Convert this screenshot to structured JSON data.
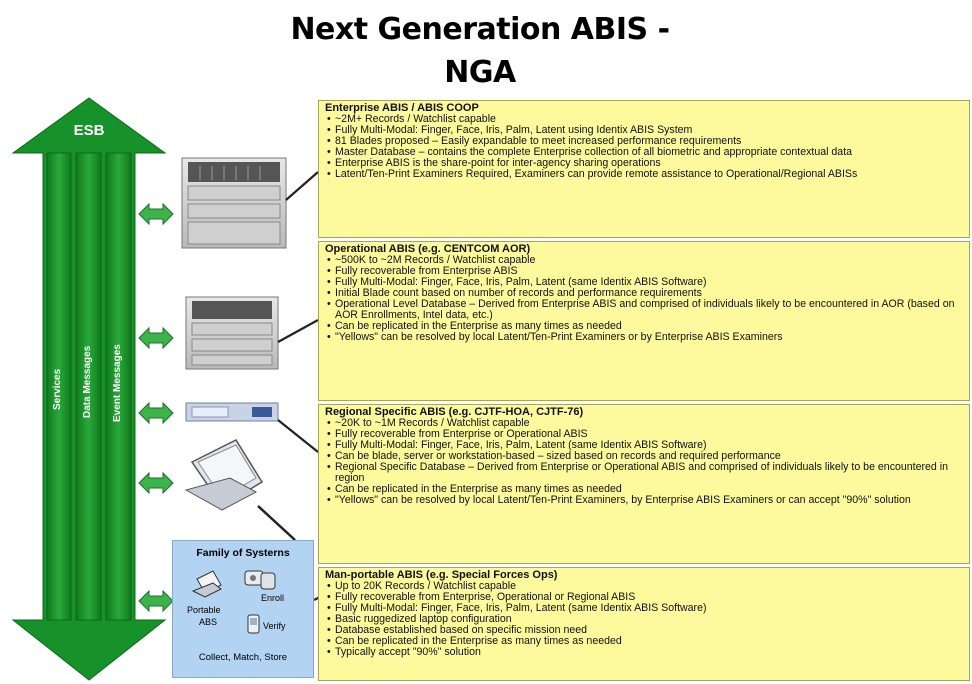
{
  "title": {
    "line1": "Next Generation ABIS -",
    "line2": "NGA"
  },
  "esb": {
    "title": "ESB",
    "lanes": [
      "Services",
      "Data Messages",
      "Event Messages"
    ],
    "color": "#138a22"
  },
  "boxes": [
    {
      "heading": "Enterprise ABIS / ABIS COOP",
      "bullets": [
        "~2M+ Records / Watchlist capable",
        "Fully Multi-Modal: Finger, Face, Iris, Palm, Latent using Identix ABIS System",
        "81 Blades proposed – Easily expandable to meet increased performance requirements",
        "Master Database – contains the complete Enterprise collection of all biometric and appropriate contextual data",
        "Enterprise ABIS is the share-point for inter-agency sharing operations",
        "Latent/Ten-Print Examiners Required, Examiners can provide remote assistance to Operational/Regional ABISs"
      ]
    },
    {
      "heading": "Operational ABIS (e.g. CENTCOM AOR)",
      "bullets": [
        "~500K to ~2M Records / Watchlist capable",
        "Fully recoverable from Enterprise ABIS",
        "Fully Multi-Modal: Finger, Face, Iris, Palm, Latent (same Identix ABIS Software)",
        "Initial Blade count based on number of records and performance requirements",
        "Operational Level Database – Derived from Enterprise ABIS and comprised of individuals likely to be encountered in AOR (based on AOR Enrollments, Intel data, etc.)",
        "Can be replicated in the Enterprise as many times as needed",
        "\"Yellows\" can be resolved by local Latent/Ten-Print Examiners or by Enterprise ABIS Examiners"
      ]
    },
    {
      "heading": "Regional Specific ABIS (e.g. CJTF-HOA, CJTF-76)",
      "bullets": [
        "~20K to ~1M Records / Watchlist capable",
        "Fully recoverable from Enterprise or Operational ABIS",
        "Fully Multi-Modal: Finger, Face, Iris, Palm, Latent (same Identix ABIS Software)",
        "Can be blade, server or workstation-based – sized based on records and required performance",
        "Regional Specific Database – Derived from Enterprise or Operational ABIS and comprised of individuals likely to be encountered in region",
        "Can be replicated in the Enterprise as many times as needed",
        "\"Yellows\" can be resolved by local Latent/Ten-Print Examiners, by Enterprise ABIS Examiners or can accept \"90%\" solution"
      ]
    },
    {
      "heading": "Man-portable ABIS (e.g. Special Forces Ops)",
      "bullets": [
        "Up to 20K Records / Watchlist capable",
        "Fully recoverable from Enterprise, Operational or Regional ABIS",
        "Fully Multi-Modal: Finger, Face, Iris, Palm, Latent (same Identix ABIS Software)",
        "Basic ruggedized laptop configuration",
        "Database established based on specific mission need",
        "Can be replicated in the Enterprise as many times as needed",
        "Typically accept \"90%\" solution"
      ]
    }
  ],
  "family": {
    "title": "Family of Systerns",
    "portable": "Portable",
    "abs": "ABS",
    "enroll": "Enroll",
    "verify": "Verify",
    "bottom": "Collect, Match, Store"
  },
  "colors": {
    "box_fill": "#fdfa9e",
    "family_fill": "#b3d3f2",
    "connector": "#3cb44a"
  }
}
